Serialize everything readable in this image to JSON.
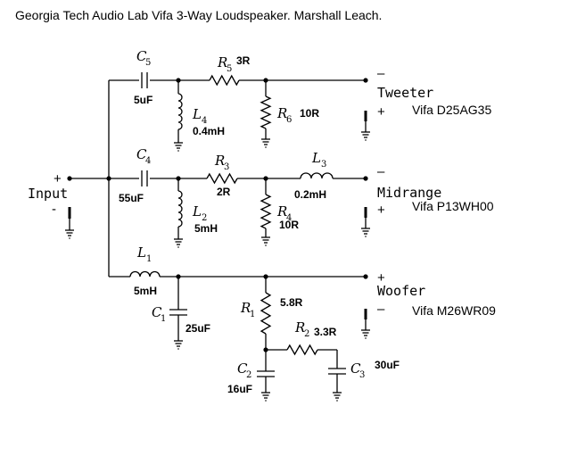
{
  "title": "Georgia Tech Audio Lab Vifa 3-Way Loudspeaker. Marshall Leach.",
  "input": {
    "label": "Input",
    "plus": "+",
    "minus": "-"
  },
  "components": {
    "C5": {
      "ref": "C",
      "sub": "5",
      "value": "5uF"
    },
    "C4": {
      "ref": "C",
      "sub": "4",
      "value": "55uF"
    },
    "C1": {
      "ref": "C",
      "sub": "1",
      "value": "25uF"
    },
    "C2": {
      "ref": "C",
      "sub": "2",
      "value": "16uF"
    },
    "C3": {
      "ref": "C",
      "sub": "3",
      "value": "30uF"
    },
    "R5": {
      "ref": "R",
      "sub": "5",
      "value": "3R"
    },
    "R6": {
      "ref": "R",
      "sub": "6",
      "value": "10R"
    },
    "R3": {
      "ref": "R",
      "sub": "3",
      "value": "2R"
    },
    "R4": {
      "ref": "R",
      "sub": "4",
      "value": "10R"
    },
    "R1": {
      "ref": "R",
      "sub": "1",
      "value": "5.8R"
    },
    "R2": {
      "ref": "R",
      "sub": "2",
      "value": "3.3R"
    },
    "L4": {
      "ref": "L",
      "sub": "4",
      "value": "0.4mH"
    },
    "L2": {
      "ref": "L",
      "sub": "2",
      "value": "5mH"
    },
    "L3": {
      "ref": "L",
      "sub": "3",
      "value": "0.2mH"
    },
    "L1": {
      "ref": "L",
      "sub": "1",
      "value": "5mH"
    }
  },
  "drivers": {
    "tweeter": {
      "name": "Tweeter",
      "model": "Vifa D25AG35",
      "top": "–",
      "bottom": "+"
    },
    "midrange": {
      "name": "Midrange",
      "model": "Vifa P13WH00",
      "top": "–",
      "bottom": "+"
    },
    "woofer": {
      "name": "Woofer",
      "model": "Vifa M26WR09",
      "top": "+",
      "bottom": "–"
    }
  }
}
